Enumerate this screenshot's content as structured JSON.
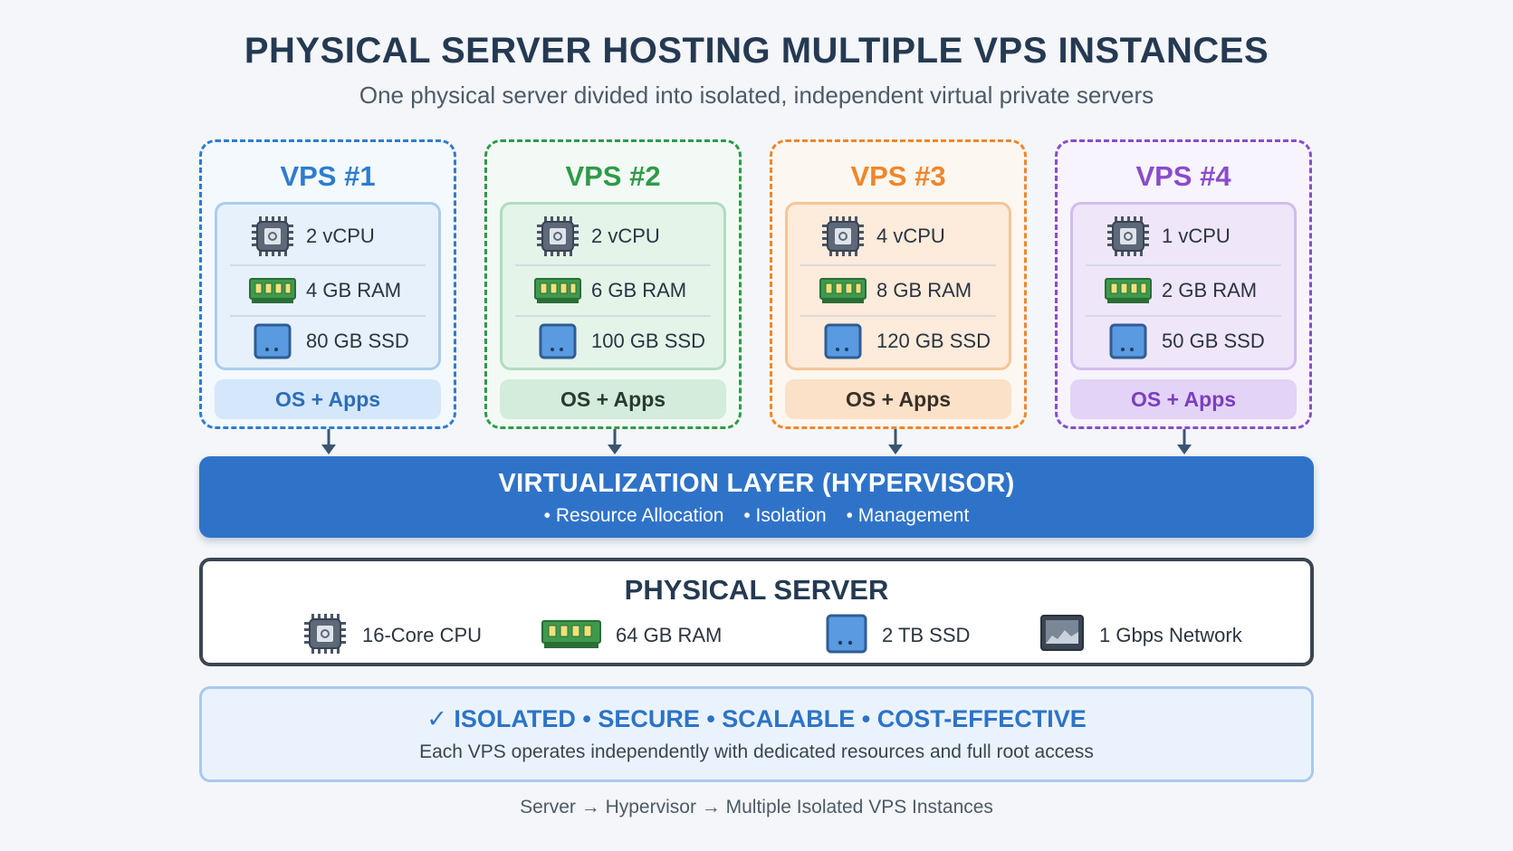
{
  "title": "PHYSICAL SERVER HOSTING MULTIPLE VPS INSTANCES",
  "subtitle": "One physical server divided into isolated, independent virtual private servers",
  "vps": [
    {
      "name": "VPS #1",
      "cpu": "2 vCPU",
      "ram": "4 GB RAM",
      "ssd": "80 GB SSD",
      "os": "OS + Apps",
      "color": "#2e7ccf",
      "bg": "#f4f9fe",
      "box_bg": "#e7f1fc",
      "box_border": "#a9cdf0",
      "os_bg": "#d5e7fa",
      "os_color": "#2c6db8"
    },
    {
      "name": "VPS #2",
      "cpu": "2 vCPU",
      "ram": "6 GB RAM",
      "ssd": "100 GB SSD",
      "os": "OS + Apps",
      "color": "#2f9a48",
      "bg": "#f3faf5",
      "box_bg": "#e4f4e9",
      "box_border": "#b0ddbd",
      "os_bg": "#d3ecdb",
      "os_color": "#2b3a30"
    },
    {
      "name": "VPS #3",
      "cpu": "4 vCPU",
      "ram": "8 GB RAM",
      "ssd": "120 GB SSD",
      "os": "OS + Apps",
      "color": "#f0862a",
      "bg": "#fdf7f1",
      "box_bg": "#fdebdb",
      "box_border": "#f6c596",
      "os_bg": "#fbe1c8",
      "os_color": "#3a3028"
    },
    {
      "name": "VPS #4",
      "cpu": "1 vCPU",
      "ram": "2 GB RAM",
      "ssd": "50 GB SSD",
      "os": "OS + Apps",
      "color": "#8a4cc9",
      "bg": "#f8f4fd",
      "box_bg": "#efe6fa",
      "box_border": "#d2bcef",
      "os_bg": "#e3d3f6",
      "os_color": "#7a3fbd"
    }
  ],
  "hypervisor": {
    "title": "VIRTUALIZATION LAYER (HYPERVISOR)",
    "features": [
      "• Resource Allocation",
      "• Isolation",
      "• Management"
    ]
  },
  "physical": {
    "title": "PHYSICAL SERVER",
    "cpu": "16-Core CPU",
    "ram": "64 GB RAM",
    "ssd": "2 TB SSD",
    "network": "1 Gbps Network"
  },
  "benefits": {
    "check": "✓",
    "title": "ISOLATED • SECURE • SCALABLE • COST-EFFECTIVE",
    "subtitle": "Each VPS operates independently with dedicated resources and full root access"
  },
  "footer": "Server → Hypervisor → Multiple Isolated VPS Instances",
  "icons": {
    "cpu": "cpu-chip-icon",
    "ram": "ram-module-icon",
    "ssd": "ssd-drive-icon",
    "network": "network-monitor-icon"
  },
  "colors": {
    "hypervisor": "#2f73c9",
    "server_border": "#3c4654",
    "benefit_accent": "#2c73c7"
  }
}
